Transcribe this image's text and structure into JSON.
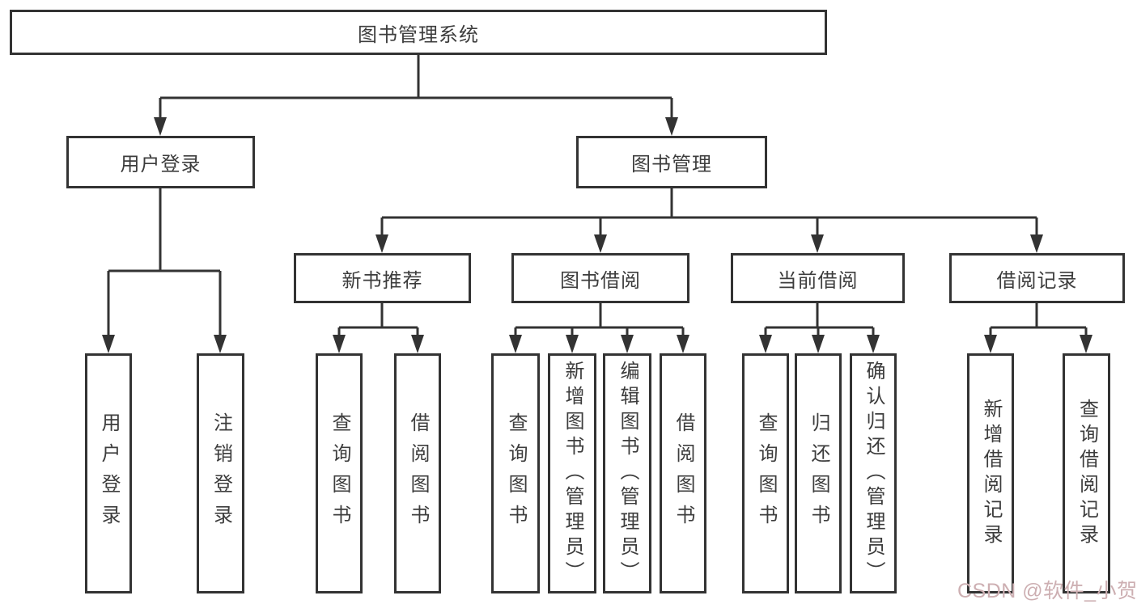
{
  "tree": {
    "root": {
      "label": "图书管理系统",
      "children": [
        {
          "label": "用户登录",
          "children": [
            {
              "label": "用户登录"
            },
            {
              "label": "注销登录"
            }
          ]
        },
        {
          "label": "图书管理",
          "children": [
            {
              "label": "新书推荐",
              "children": [
                {
                  "label": "查询图书"
                },
                {
                  "label": "借阅图书"
                }
              ]
            },
            {
              "label": "图书借阅",
              "children": [
                {
                  "label": "查询图书"
                },
                {
                  "label": "新增图书（管理员）"
                },
                {
                  "label": "编辑图书（管理员）"
                },
                {
                  "label": "借阅图书"
                }
              ]
            },
            {
              "label": "当前借阅",
              "children": [
                {
                  "label": "查询图书"
                },
                {
                  "label": "归还图书"
                },
                {
                  "label": "确认归还（管理员）"
                }
              ]
            },
            {
              "label": "借阅记录",
              "children": [
                {
                  "label": "新增借阅记录"
                },
                {
                  "label": "查询借阅记录"
                }
              ]
            }
          ]
        }
      ]
    }
  },
  "watermark": {
    "text": "CSDN @软件_小贺同学"
  },
  "colors": {
    "line": "#333333",
    "text": "#3d3d3d",
    "watermark": "#cdafb2",
    "background": "#ffffff"
  }
}
